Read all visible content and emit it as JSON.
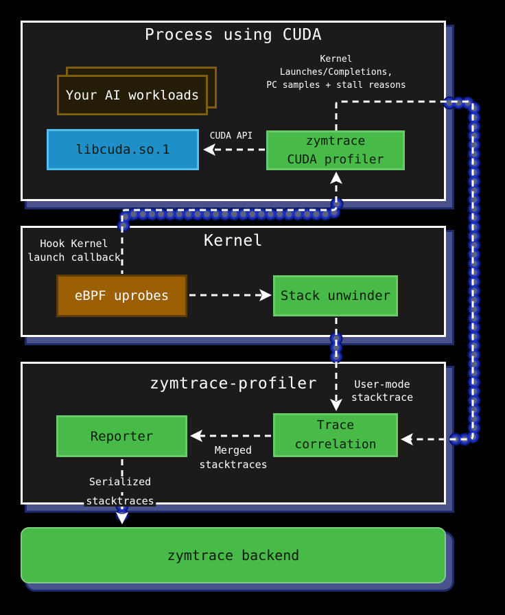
{
  "colors": {
    "background": "#000000",
    "panel_fill": "#1b1b1b",
    "panel_border": "#ffffff",
    "panel_shadow": "#49528a",
    "panel_shadow_rim": "#1b2a6b",
    "green_fill": "#47ba47",
    "green_border": "#68cb68",
    "backend_border": "#83cc83",
    "blue_fill": "#1e8fc9",
    "blue_border": "#55c1ea",
    "orange_fill": "#9d5f04",
    "orange_border": "#5e3c06",
    "workload_fill": "#241c06",
    "workload_border": "#7d5e0f",
    "connector": "#ffffff",
    "bead_ring": "#1b2fc0",
    "bead_core": "#5c617e",
    "bead_glow": "#0a1464",
    "text_light": "#ffffff",
    "text_dark": "#0d1a0d"
  },
  "panels": {
    "process": {
      "title": "Process using CUDA"
    },
    "kernel": {
      "title": "Kernel"
    },
    "profiler": {
      "title": "zymtrace-profiler"
    }
  },
  "nodes": {
    "workloads": {
      "label": "Your AI workloads"
    },
    "libcuda": {
      "label": "libcuda.so.1"
    },
    "cuda_profiler": {
      "lines": [
        "zymtrace",
        "CUDA profiler"
      ]
    },
    "ebpf": {
      "label": "eBPF uprobes"
    },
    "unwinder": {
      "label": "Stack unwinder"
    },
    "reporter": {
      "label": "Reporter"
    },
    "trace_correlation": {
      "lines": [
        "Trace",
        "correlation"
      ]
    },
    "backend": {
      "label": "zymtrace backend"
    }
  },
  "annotations": {
    "kernel_launches": {
      "lines": [
        "Kernel",
        "Launches/Completions,",
        "PC samples + stall reasons"
      ]
    },
    "cuda_api": {
      "label": "CUDA API"
    },
    "hook_callback": {
      "lines": [
        "Hook Kernel",
        "launch callback"
      ]
    },
    "user_mode": {
      "lines": [
        "User-mode",
        "stacktrace"
      ]
    },
    "merged": {
      "lines": [
        "Merged",
        "stacktraces"
      ]
    },
    "serialized": {
      "lines": [
        "Serialized",
        "stacktraces"
      ]
    }
  }
}
